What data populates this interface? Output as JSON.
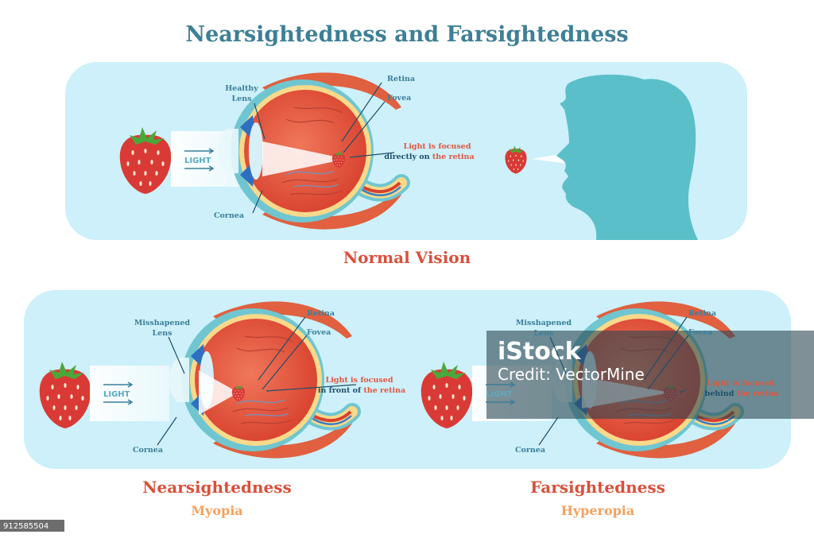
{
  "title": "Nearsightedness and Farsightedness",
  "colors": {
    "panel": "#cdf0fa",
    "title": "#3d7f96",
    "caption": "#d9503a",
    "subcaption": "#f3a15f",
    "head": "#5bbfc9"
  },
  "normal": {
    "caption": "Normal Vision",
    "light": "LIGHT",
    "lens_line1": "Healthy",
    "lens_line2": "Lens",
    "retina": "Retina",
    "fovea": "Fovea",
    "cornea": "Cornea",
    "focus_line1": "Light is focused",
    "focus_line2_a": "directly on ",
    "focus_line2_b": "the retina"
  },
  "myopia": {
    "caption": "Nearsightedness",
    "subcaption": "Myopia",
    "light": "LIGHT",
    "lens_line1": "Misshapened",
    "lens_line2": "Lens",
    "retina": "Retina",
    "fovea": "Fovea",
    "cornea": "Cornea",
    "focus_line1": "Light is focused",
    "focus_line2_a": "in front of ",
    "focus_line2_b": "the retina"
  },
  "hyperopia": {
    "caption": "Farsightedness",
    "subcaption": "Hyperopia",
    "light": "LIGHT",
    "lens_line1": "Misshapened",
    "lens_line2": "Lens",
    "retina": "Retina",
    "fovea": "Fovea",
    "cornea": "Cornea",
    "focus_line1": "Light is focused",
    "focus_line2_a": "behind ",
    "focus_line2_b": "the retina"
  },
  "watermark": {
    "brand": "iStock",
    "credit": "Credit: VectorMine"
  },
  "image_id": "912585504"
}
